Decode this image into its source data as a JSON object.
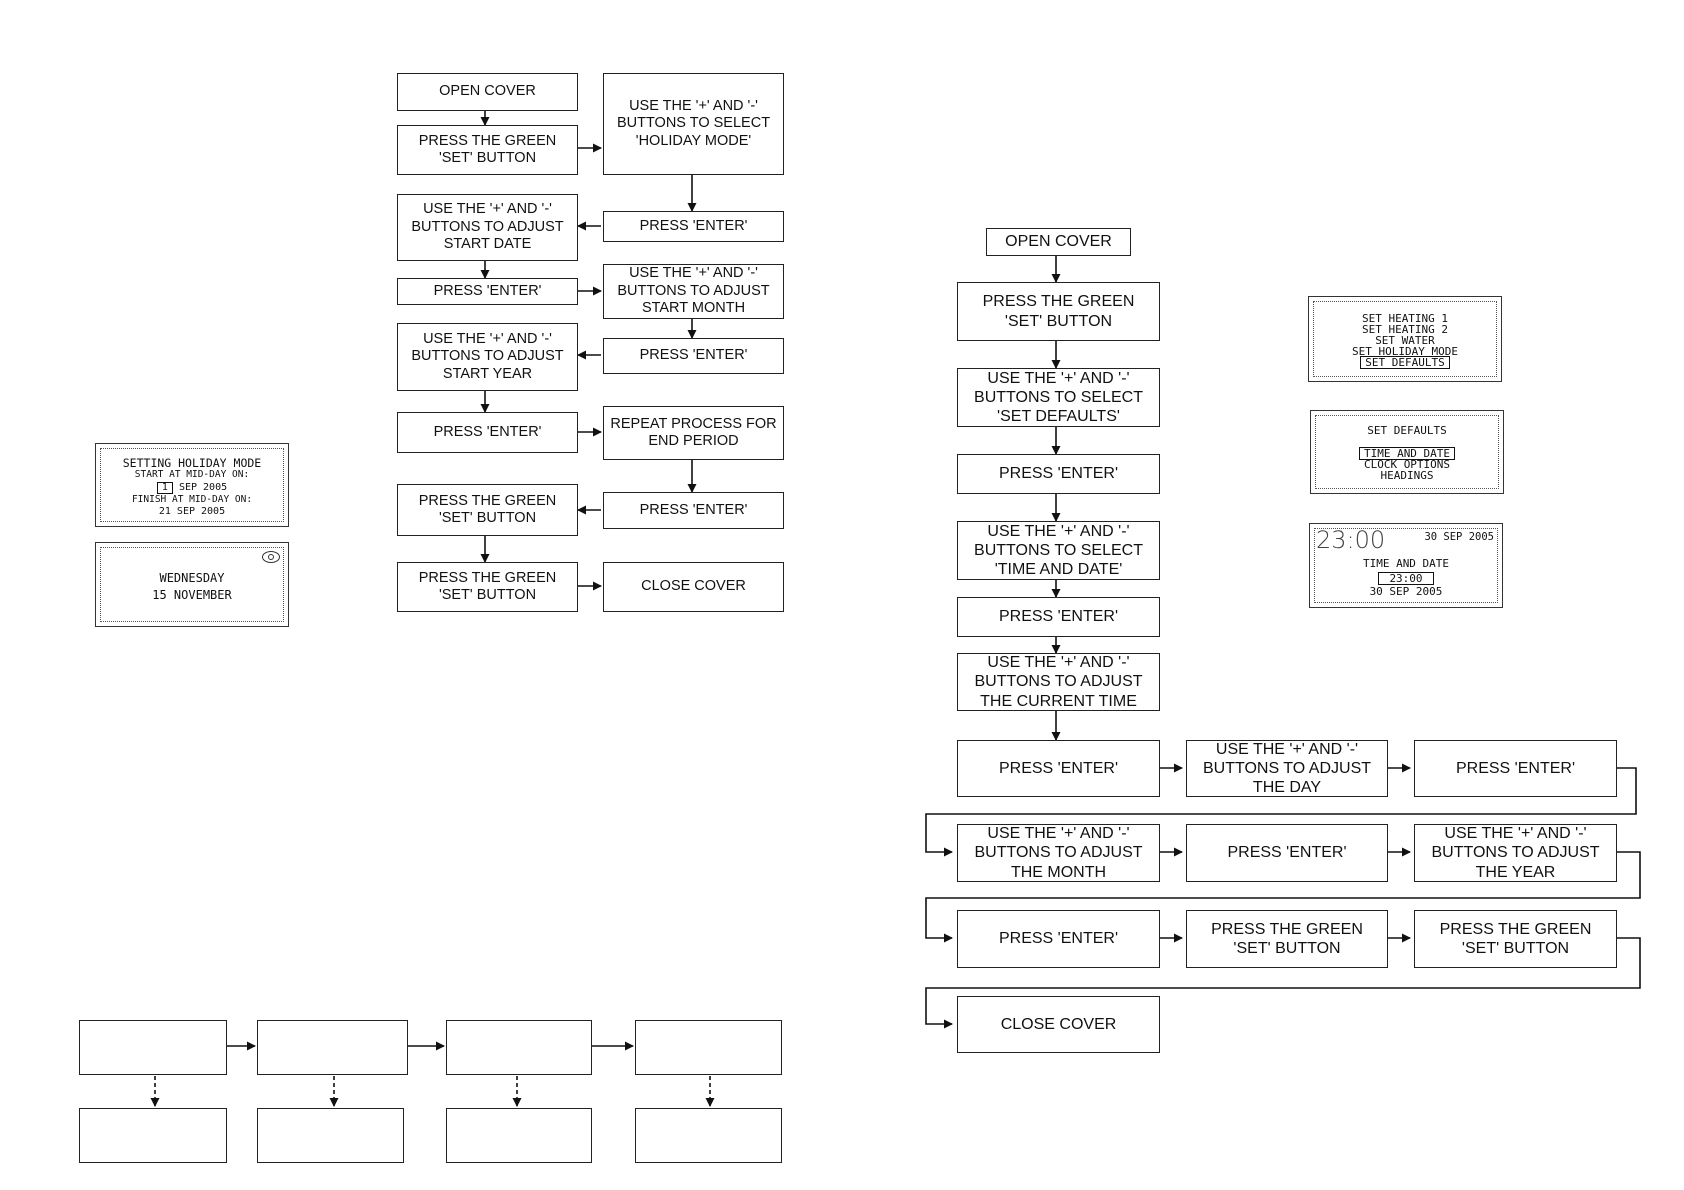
{
  "holiday_flow": {
    "open_cover": "OPEN COVER",
    "press_green_set_1": "PRESS THE GREEN\n'SET' BUTTON",
    "select_holiday_mode": "USE THE '+' AND '-'\nBUTTONS TO SELECT\n'HOLIDAY MODE'",
    "press_enter_1": "PRESS 'ENTER'",
    "adjust_start_date": "USE THE '+' AND '-'\nBUTTONS TO ADJUST\nSTART DATE",
    "press_enter_2": "PRESS 'ENTER'",
    "adjust_start_month": "USE THE '+' AND '-'\nBUTTONS TO ADJUST\nSTART MONTH",
    "adjust_start_year": "USE THE '+' AND '-'\nBUTTONS TO ADJUST\nSTART YEAR",
    "press_enter_3": "PRESS 'ENTER'",
    "press_enter_4": "PRESS 'ENTER'",
    "repeat_process": "REPEAT PROCESS FOR\nEND PERIOD",
    "press_enter_5": "PRESS 'ENTER'",
    "press_green_set_2": "PRESS THE GREEN\n'SET' BUTTON",
    "press_green_set_3": "PRESS THE GREEN\n'SET' BUTTON",
    "close_cover": "CLOSE COVER"
  },
  "defaults_flow": {
    "open_cover": "OPEN COVER",
    "press_green_set_1": "PRESS THE GREEN\n'SET' BUTTON",
    "select_set_defaults": "USE THE '+' AND '-'\nBUTTONS TO SELECT\n'SET DEFAULTS'",
    "press_enter_1": "PRESS 'ENTER'",
    "select_time_date": "USE THE '+' AND '-'\nBUTTONS TO SELECT\n'TIME AND DATE'",
    "press_enter_2": "PRESS 'ENTER'",
    "adjust_current_time": "USE THE '+' AND '-'\nBUTTONS TO ADJUST\nTHE CURRENT TIME",
    "press_enter_3": "PRESS 'ENTER'",
    "adjust_day": "USE THE '+' AND '-'\nBUTTONS TO ADJUST\nTHE DAY",
    "press_enter_4": "PRESS 'ENTER'",
    "adjust_month": "USE THE '+' AND '-'\nBUTTONS TO ADJUST\nTHE MONTH",
    "press_enter_5": "PRESS 'ENTER'",
    "adjust_year": "USE THE '+' AND '-'\nBUTTONS TO ADJUST\nTHE YEAR",
    "press_enter_6": "PRESS 'ENTER'",
    "press_green_set_2": "PRESS THE GREEN\n'SET' BUTTON",
    "press_green_set_3": "PRESS THE GREEN\n'SET' BUTTON",
    "close_cover": "CLOSE COVER"
  },
  "lcd_holiday": {
    "line1": "SETTING HOLIDAY MODE",
    "line2": "START AT MID-DAY ON:",
    "line3_day": "1",
    "line3_rest": " SEP 2005",
    "line4": "FINISH AT MID-DAY ON:",
    "line5": "21 SEP 2005"
  },
  "lcd_home": {
    "line1": "WEDNESDAY",
    "line2": "15 NOVEMBER",
    "icon": "eye-icon"
  },
  "lcd_menu": {
    "items": [
      "SET HEATING 1",
      "SET HEATING 2",
      "SET WATER",
      "SET HOLIDAY MODE",
      "SET DEFAULTS"
    ],
    "selected": "SET DEFAULTS"
  },
  "lcd_defaults": {
    "title": "SET DEFAULTS",
    "items": [
      "TIME AND DATE",
      "CLOCK OPTIONS",
      "HEADINGS"
    ],
    "selected": "TIME AND DATE"
  },
  "lcd_timedate": {
    "time": "23:00",
    "date_top": "30 SEP 2005",
    "title": "TIME AND DATE",
    "time_small": "23:00",
    "date_bottom": "30 SEP 2005"
  }
}
